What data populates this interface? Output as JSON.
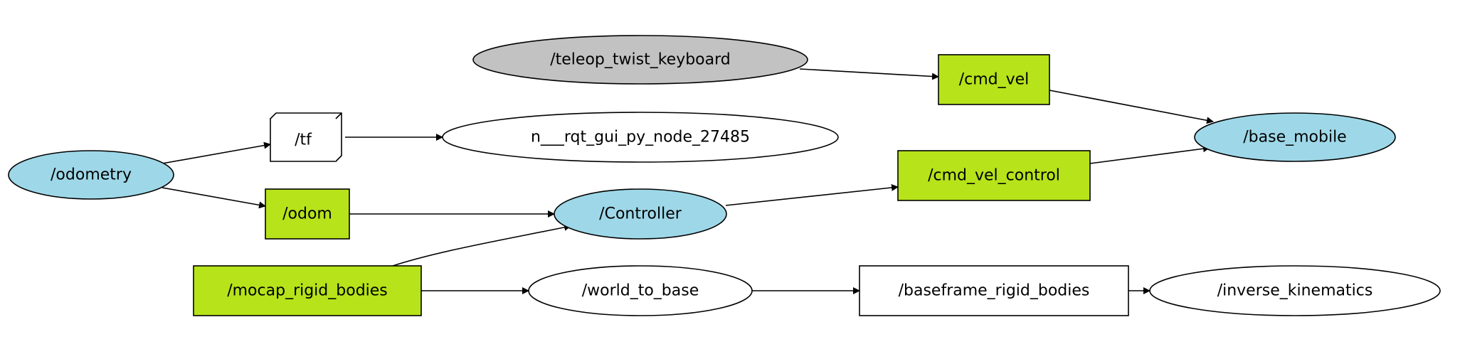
{
  "colors": {
    "node_blue": "#9ed8e8",
    "topic_green": "#b6e31a",
    "node_gray": "#c2c2c2",
    "white": "#ffffff",
    "edge": "#000000"
  },
  "nodes": [
    {
      "id": "odometry",
      "label": "/odometry",
      "kind": "node",
      "shape": "ellipse",
      "fill": "#9ed8e8"
    },
    {
      "id": "tf",
      "label": "/tf",
      "kind": "topic",
      "shape": "box3d",
      "fill": "#ffffff"
    },
    {
      "id": "rqt",
      "label": "n___rqt_gui_py_node_27485",
      "kind": "node",
      "shape": "ellipse",
      "fill": "#ffffff"
    },
    {
      "id": "teleop",
      "label": "/teleop_twist_keyboard",
      "kind": "node",
      "shape": "ellipse",
      "fill": "#c2c2c2"
    },
    {
      "id": "cmd_vel",
      "label": "/cmd_vel",
      "kind": "topic",
      "shape": "box",
      "fill": "#b6e31a"
    },
    {
      "id": "base_mobile",
      "label": "/base_mobile",
      "kind": "node",
      "shape": "ellipse",
      "fill": "#9ed8e8"
    },
    {
      "id": "odom",
      "label": "/odom",
      "kind": "topic",
      "shape": "box",
      "fill": "#b6e31a"
    },
    {
      "id": "controller",
      "label": "/Controller",
      "kind": "node",
      "shape": "ellipse",
      "fill": "#9ed8e8"
    },
    {
      "id": "cmd_vel_control",
      "label": "/cmd_vel_control",
      "kind": "topic",
      "shape": "box",
      "fill": "#b6e31a"
    },
    {
      "id": "mocap",
      "label": "/mocap_rigid_bodies",
      "kind": "topic",
      "shape": "box",
      "fill": "#b6e31a"
    },
    {
      "id": "world_to_base",
      "label": "/world_to_base",
      "kind": "node",
      "shape": "ellipse",
      "fill": "#ffffff"
    },
    {
      "id": "baseframe",
      "label": "/baseframe_rigid_bodies",
      "kind": "topic",
      "shape": "box",
      "fill": "#ffffff"
    },
    {
      "id": "inverse_kinematics",
      "label": "/inverse_kinematics",
      "kind": "node",
      "shape": "ellipse",
      "fill": "#ffffff"
    }
  ],
  "edges": [
    {
      "from": "odometry",
      "to": "tf"
    },
    {
      "from": "odometry",
      "to": "odom"
    },
    {
      "from": "tf",
      "to": "rqt"
    },
    {
      "from": "teleop",
      "to": "cmd_vel"
    },
    {
      "from": "cmd_vel",
      "to": "base_mobile"
    },
    {
      "from": "odom",
      "to": "controller"
    },
    {
      "from": "mocap",
      "to": "controller"
    },
    {
      "from": "controller",
      "to": "cmd_vel_control"
    },
    {
      "from": "cmd_vel_control",
      "to": "base_mobile"
    },
    {
      "from": "mocap",
      "to": "world_to_base"
    },
    {
      "from": "world_to_base",
      "to": "baseframe"
    },
    {
      "from": "baseframe",
      "to": "inverse_kinematics"
    }
  ]
}
